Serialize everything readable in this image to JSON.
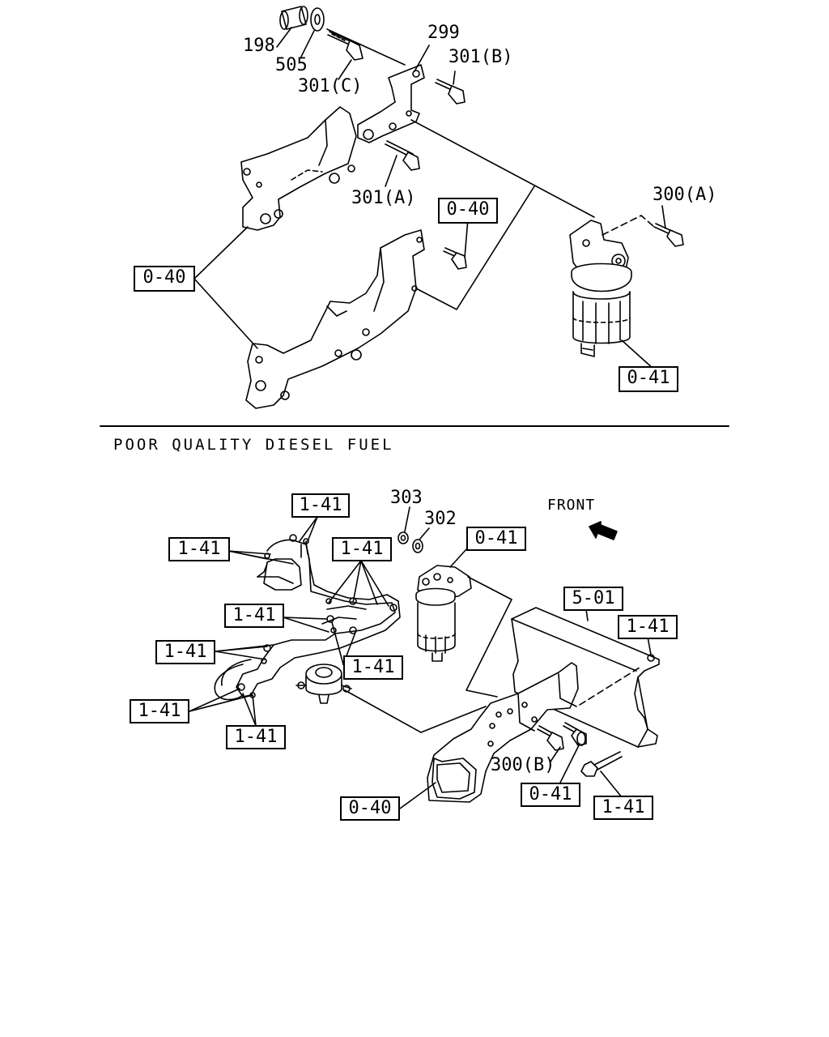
{
  "section_title": "POOR QUALITY DIESEL FUEL",
  "front_label": "FRONT",
  "labels": {
    "p198": "198",
    "p505": "505",
    "p301c": "301(C)",
    "p299": "299",
    "p301b": "301(B)",
    "p301a": "301(A)",
    "p300a": "300(A)",
    "p303": "303",
    "p302": "302",
    "p300b": "300(B)"
  },
  "boxes": {
    "b040_top": "0-40",
    "b040_left": "0-40",
    "b041_top": "0-41",
    "b141_a": "1-41",
    "b141_b": "1-41",
    "b141_c": "1-41",
    "b141_d": "1-41",
    "b141_e": "1-41",
    "b141_f": "1-41",
    "b141_g": "1-41",
    "b141_h": "1-41",
    "b041_mid": "0-41",
    "b501": "5-01",
    "b141_right": "1-41",
    "b041_bottom": "0-41",
    "b141_bottom": "1-41",
    "b040_bottom": "0-40"
  }
}
